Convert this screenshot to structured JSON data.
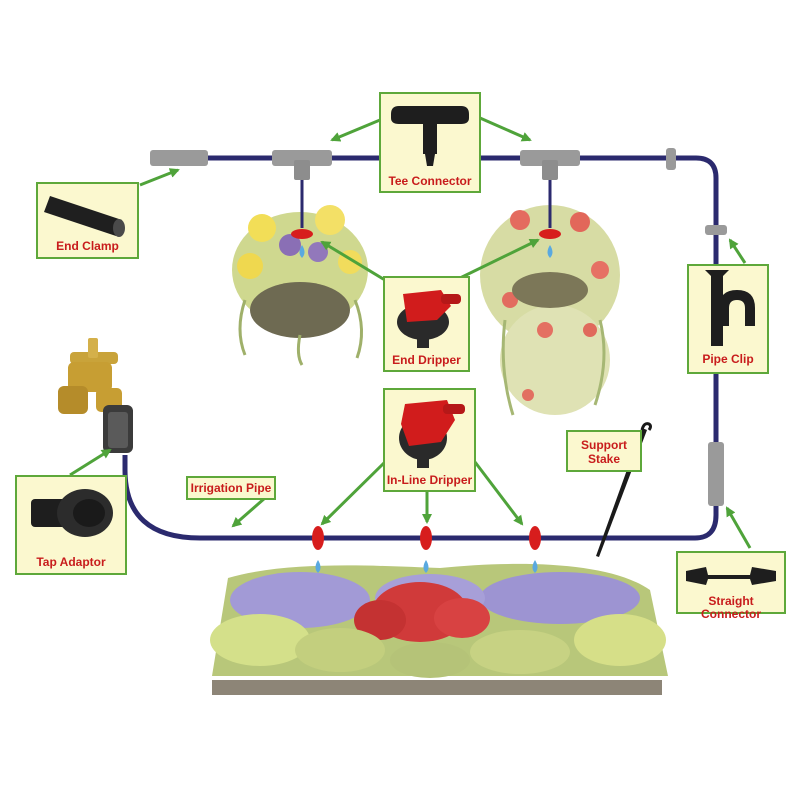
{
  "colors": {
    "pipe": "#2b2a6e",
    "fitting": "#9a9a9a",
    "arrow": "#4fa33a",
    "callout_border": "#5ea83a",
    "callout_bg": "#fbf8cf",
    "label_text": "#c81c1c",
    "dripper_red": "#d71d1d",
    "water_drop": "#5aa9e0"
  },
  "labels": {
    "tee_connector": "Tee Connector",
    "end_clamp": "End Clamp",
    "end_dripper": "End Dripper",
    "pipe_clip": "Pipe Clip",
    "in_line_dripper": "In-Line Dripper",
    "support_stake_line1": "Support",
    "support_stake_line2": "Stake",
    "irrigation_pipe": "Irrigation Pipe",
    "tap_adaptor": "Tap Adaptor",
    "straight_connector": "Straight Connector"
  },
  "icons": {
    "tap": "brass-tap-icon",
    "hanging_basket_left": "yellow-flower-basket-icon",
    "hanging_basket_right": "red-flower-basket-icon",
    "flower_bed": "flower-bed-icon"
  }
}
